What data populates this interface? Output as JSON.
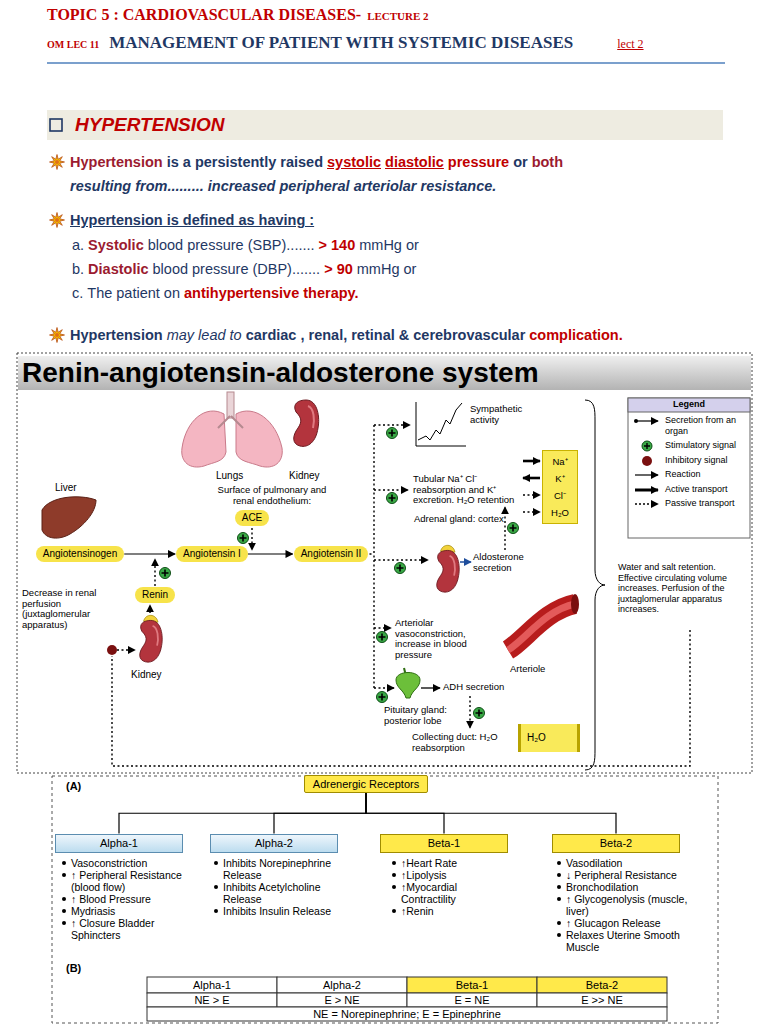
{
  "diagram": {
    "title": "TOPIC 5 : CARDIOVASCULAR DISEASES-",
    "nodes": [
      {
        "text": [
          "HYPERTENSION"
        ]
      },
      {
        "text": [
          "Renin-angiotensin-aldosterone system"
        ]
      },
      {
        "text": [
          "ACE"
        ]
      },
      {
        "text": [
          "Angiotensinogen"
        ]
      },
      {
        "text": [
          "Angiotensin I"
        ]
      },
      {
        "text": [
          "Angiotensin II"
        ]
      },
      {
        "text": [
          "Renin"
        ]
      },
      {
        "text": [
          "Na⁺",
          "K⁺",
          "Cl⁻",
          "H₂O"
        ]
      },
      {
        "text": [
          "H₂O"
        ]
      },
      {
        "text": [
          "Adrenergic Receptors"
        ]
      },
      {
        "text": [
          "Alpha-1"
        ]
      },
      {
        "text": [
          "Alpha-2"
        ]
      },
      {
        "text": [
          "Beta-1"
        ]
      },
      {
        "text": [
          "Beta-2"
        ]
      }
    ],
    "edges": [
      {
        "from": 3,
        "to": 4,
        "arrow": "to"
      },
      {
        "from": 4,
        "to": 5,
        "arrow": "to"
      },
      {
        "from": 9,
        "to": 10,
        "arrow": "none"
      },
      {
        "from": 9,
        "to": 11,
        "arrow": "none"
      },
      {
        "from": 9,
        "to": 12,
        "arrow": "none"
      },
      {
        "from": 9,
        "to": 13,
        "arrow": "none"
      }
    ],
    "labels": [
      "LECTURE 2",
      "OM LEC 11",
      "MANAGEMENT OF PATIENT WITH SYSTEMIC DISEASES",
      "lect 2",
      "Hypertension",
      "is a persistently raised",
      "systolic",
      "diastolic",
      "pressure",
      "or",
      "both",
      "resulting from......... increased peripheral arteriolar resistance.",
      "Hypertension is defined as having :",
      "a.",
      "Systolic",
      "blood pressure (SBP).......",
      "> 140",
      "mmHg or",
      "b.",
      "Diastolic",
      "blood pressure (DBP).......",
      "> 90",
      "mmHg or",
      "c.",
      "The patient on",
      "antihypertensive therapy.",
      "Hypertension",
      "may lead to",
      "cardiac , renal, retinal &",
      "cerebrovascular",
      "complication.",
      "Lungs",
      "Kidney",
      "Surface of pulmonary and renal endothelium:",
      "Liver",
      "Decrease in renal perfusion (juxtaglomerular apparatus)",
      "Kidney",
      "Sympathetic activity",
      "Tubular Na⁺ Cl⁻ reabsorption and K⁺ excretion. H₂O retention",
      "Adrenal gland: cortex",
      "Aldosterone secretion",
      "Arteriolar vasoconstriction, increase in blood pressure",
      "Arteriole",
      "ADH secretion",
      "Pituitary gland: posterior lobe",
      "Collecting duct: H₂O reabsorption",
      "Water and salt retention. Effective circulating volume increases. Perfusion of the juxtaglomerular apparatus increases.",
      "Legend",
      "(A)",
      "Vasoconstriction",
      "↑ Peripheral Resistance (blood flow)",
      "↑ Blood Pressure",
      "Mydriasis",
      "↑ Closure Bladder Sphincters",
      "Inhibits Norepinephrine Release",
      "Inhibits Acetylcholine Release",
      "Inhibits Insulin Release",
      "↑Heart Rate",
      "↑Lipolysis",
      "↑Myocardial Contractility",
      "↑Renin",
      "Vasodilation",
      "↓ Peripheral Resistance",
      "Bronchodilation",
      "↑ Glycogenolysis (muscle, liver)",
      "↑ Glucagon Release",
      "Relaxes Uterine Smooth Muscle",
      "(B)",
      "Alpha-1",
      "Alpha-2",
      "Beta-1",
      "Beta-2",
      "NE > E",
      "E > NE",
      "E = NE",
      "E >> NE",
      "NE = Norepinephrine; E = Epinephrine"
    ],
    "legend": [
      {
        "text": "Secretion from an organ"
      },
      {
        "text": "Stimulatory signal"
      },
      {
        "text": "Inhibitory signal"
      },
      {
        "text": "Reaction"
      },
      {
        "text": "Active transport"
      },
      {
        "text": "Passive transport"
      }
    ]
  }
}
